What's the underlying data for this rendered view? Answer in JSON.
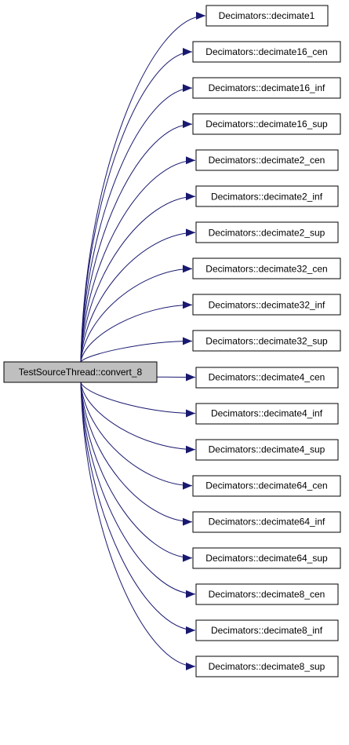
{
  "graph": {
    "source": {
      "label": "TestSourceThread::convert_8",
      "fill": "#bfbfbf"
    },
    "targets": [
      {
        "label": "Decimators::decimate1"
      },
      {
        "label": "Decimators::decimate16_cen"
      },
      {
        "label": "Decimators::decimate16_inf"
      },
      {
        "label": "Decimators::decimate16_sup"
      },
      {
        "label": "Decimators::decimate2_cen"
      },
      {
        "label": "Decimators::decimate2_inf"
      },
      {
        "label": "Decimators::decimate2_sup"
      },
      {
        "label": "Decimators::decimate32_cen"
      },
      {
        "label": "Decimators::decimate32_inf"
      },
      {
        "label": "Decimators::decimate32_sup"
      },
      {
        "label": "Decimators::decimate4_cen"
      },
      {
        "label": "Decimators::decimate4_inf"
      },
      {
        "label": "Decimators::decimate4_sup"
      },
      {
        "label": "Decimators::decimate64_cen"
      },
      {
        "label": "Decimators::decimate64_inf"
      },
      {
        "label": "Decimators::decimate64_sup"
      },
      {
        "label": "Decimators::decimate8_cen"
      },
      {
        "label": "Decimators::decimate8_inf"
      },
      {
        "label": "Decimators::decimate8_sup"
      }
    ],
    "colors": {
      "edge": "#191970",
      "node_fill": "#ffffff",
      "node_border": "#000000"
    }
  }
}
